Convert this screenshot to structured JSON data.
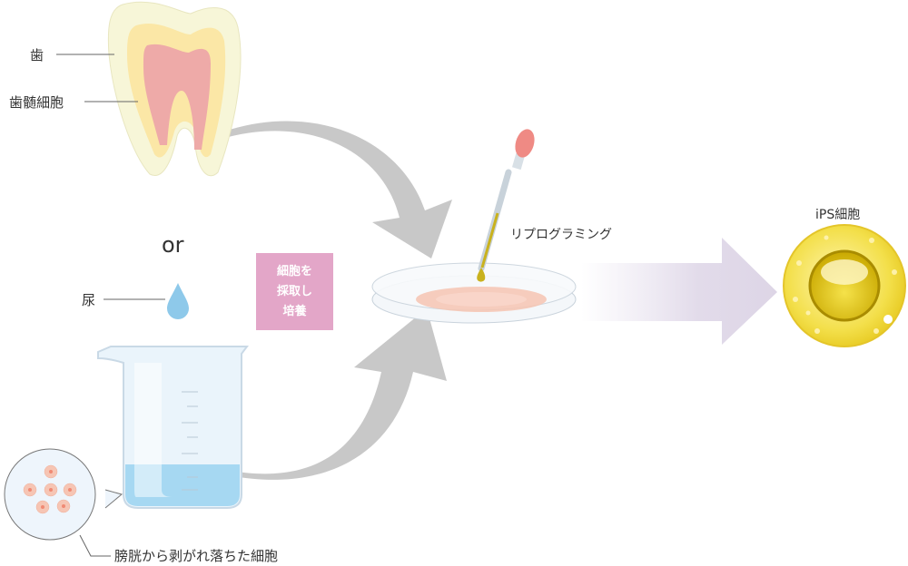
{
  "labels": {
    "tooth": "歯",
    "dental_pulp_cells": "歯髄細胞",
    "or": "or",
    "urine": "尿",
    "bladder_cells": "膀胱から剥がれ落ちた細胞",
    "reprogramming": "リプログラミング",
    "ips_cells": "iPS細胞"
  },
  "process_box": {
    "lines": [
      "細胞を",
      "採取し",
      "培養"
    ],
    "color": "#e3a6c8"
  },
  "colors": {
    "arrow_gray": "#c8c8c8",
    "ips_yellow": "#f0dc3c",
    "water_blue": "#a6d8f2"
  }
}
